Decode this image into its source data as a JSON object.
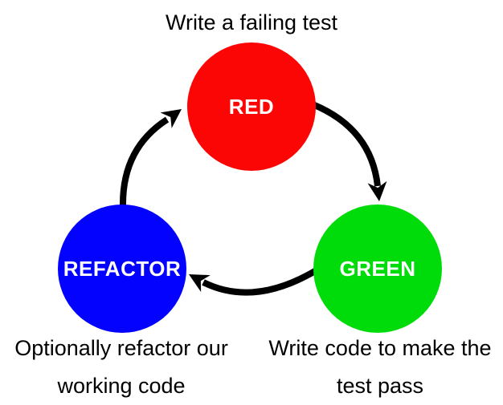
{
  "diagram": {
    "name": "tdd-red-green-refactor-cycle",
    "background_color": "#ffffff",
    "nodes": [
      {
        "id": "red",
        "label": "RED",
        "color": "#fb0604",
        "label_color": "#ffffff"
      },
      {
        "id": "green",
        "label": "GREEN",
        "color": "#00dc0a",
        "label_color": "#ffffff"
      },
      {
        "id": "refactor",
        "label": "REFACTOR",
        "color": "#0202fe",
        "label_color": "#ffffff"
      }
    ],
    "captions": {
      "top": {
        "line1": "Write a failing test"
      },
      "left": {
        "line1": "Optionally refactor our",
        "line2": "working code"
      },
      "right": {
        "line1": "Write code to make the",
        "line2": "test pass"
      }
    },
    "arrows": [
      {
        "from": "red",
        "to": "green",
        "style": "curved-clockwise",
        "color": "#000000"
      },
      {
        "from": "green",
        "to": "refactor",
        "style": "curved-clockwise",
        "color": "#000000"
      },
      {
        "from": "refactor",
        "to": "red",
        "style": "curved-clockwise",
        "color": "#000000"
      }
    ]
  }
}
